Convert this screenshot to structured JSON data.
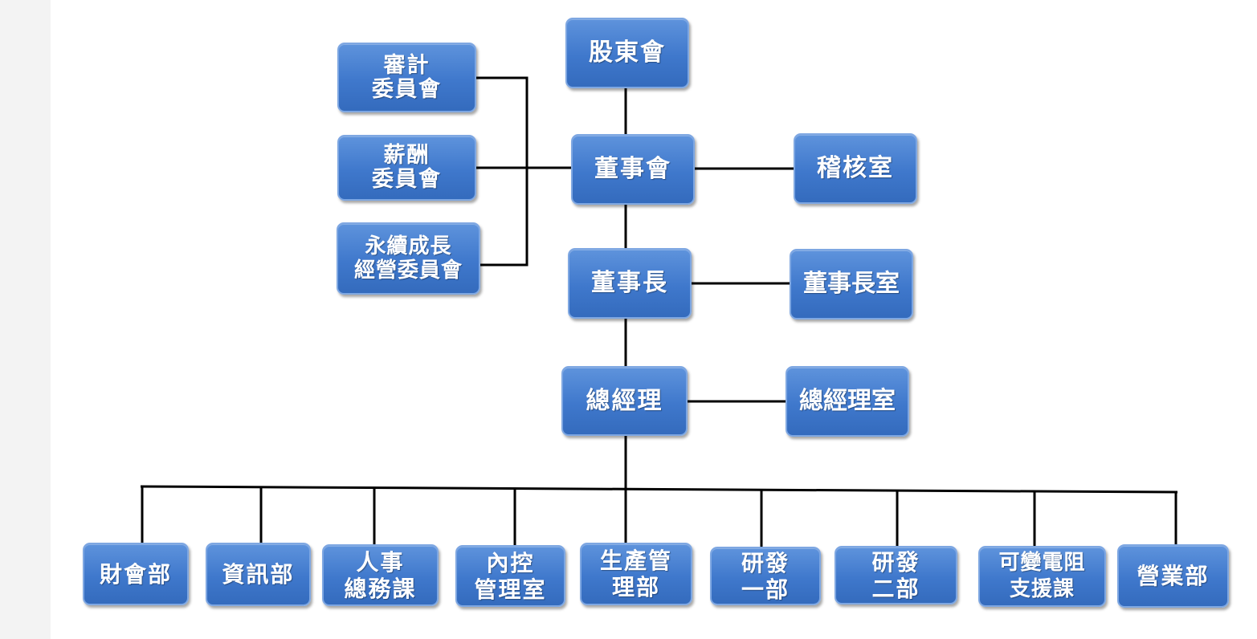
{
  "top": {
    "shareholders": "股東會",
    "board": "董事會",
    "audit_office": "稽核室",
    "chairman": "董事長",
    "chairman_office": "董事長室",
    "general_manager": "總經理",
    "gm_office": "總經理室"
  },
  "committees": {
    "audit": [
      "審計",
      "委員會"
    ],
    "remuneration": [
      "薪酬",
      "委員會"
    ],
    "sustainability": [
      "永續成長",
      "經營委員會"
    ]
  },
  "departments": [
    [
      "財會部"
    ],
    [
      "資訊部"
    ],
    [
      "人事",
      "總務課"
    ],
    [
      "內控",
      "管理室"
    ],
    [
      "生產管",
      "理部"
    ],
    [
      "研發",
      "一部"
    ],
    [
      "研發",
      "二部"
    ],
    [
      "可變電阻",
      "支援課"
    ],
    [
      "營業部"
    ]
  ],
  "colors": {
    "box_fill": "#4a82d2",
    "box_border": "#7ea7e2",
    "connector": "#000000",
    "text": "#ffffff"
  }
}
